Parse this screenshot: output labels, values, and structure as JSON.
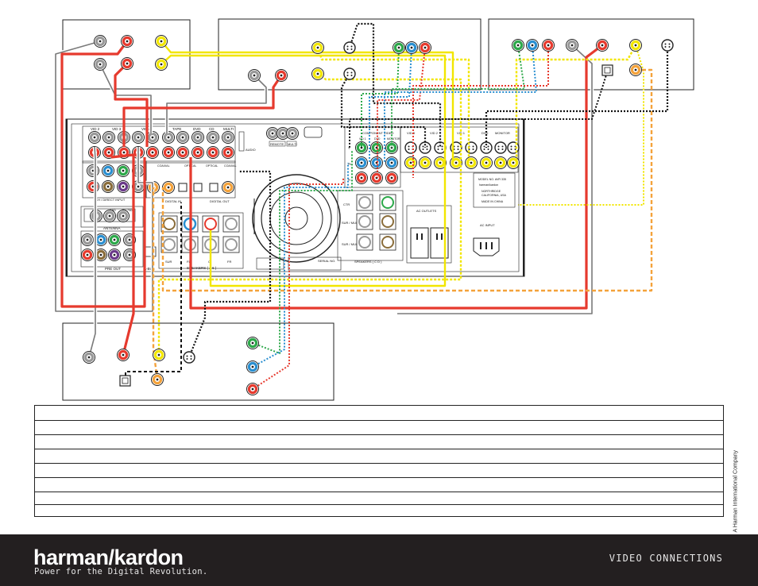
{
  "page": {
    "title": "VIDEO CONNECTIONS",
    "brand": "harman/kardon",
    "tagline": "Power for the Digital Revolution.",
    "side_text": "A Harman International Company"
  },
  "receiver": {
    "top_jacks": [
      "VID 2",
      "VID 3",
      "VID 4",
      "TAPE",
      "DVD",
      "CD",
      "MULTI"
    ],
    "audio_label": "AUDIO",
    "remote_label": "REMOTE",
    "multi_label": "MULTI",
    "hdmi_input_label": "6CH / DIRECT INPUT",
    "digital_in_label": "DIGITAL IN",
    "digital_out_label": "DIGITAL OUT",
    "coaxial": "COAXIAL",
    "optical": "OPTICAL",
    "antenna_label": "ANTENNA",
    "antenna_bands": [
      "AM",
      "GND",
      "FM 75Ω"
    ],
    "preout_label": "PRE OUT",
    "a_bus_label": "A-BUS",
    "speakers_label": "SPEAKERS ( A 6 )",
    "speakers_b_label": "SPEAKERS ( C D )",
    "speaker_channels": [
      "SUR",
      "FL",
      "C",
      "FR",
      "SL"
    ],
    "side_channels": [
      "CTR",
      "SUR / MULTI R",
      "SUR / MULTI L"
    ],
    "component_video_label": "COMPONENT VIDEO",
    "component_cols": [
      "VID 1",
      "DVD",
      "MONITOR"
    ],
    "component_rows": [
      "Y",
      "Pb",
      "Pr"
    ],
    "video_section": [
      "VID 3",
      "VID 2",
      "VID 1",
      "DVD",
      "MONITOR"
    ],
    "ac_outlets_label": "AC OUTLETS",
    "ac_input_label": "AC INPUT",
    "serial_label": "SERIAL NO.",
    "model_text": [
      "MODEL NO. AVR 335",
      "harman/kardon",
      "NORTHRIDGE",
      "CALIFORNIA, USA",
      "MADE IN CHINA"
    ]
  },
  "wire_colors": {
    "red": "#e63a2e",
    "gray": "#7a7a7a",
    "yellow": "#f2e600",
    "orange": "#f4a23a",
    "black": "#111111",
    "green": "#2da84a",
    "blue": "#2a8fd0",
    "component_red": "#e63a2e"
  }
}
